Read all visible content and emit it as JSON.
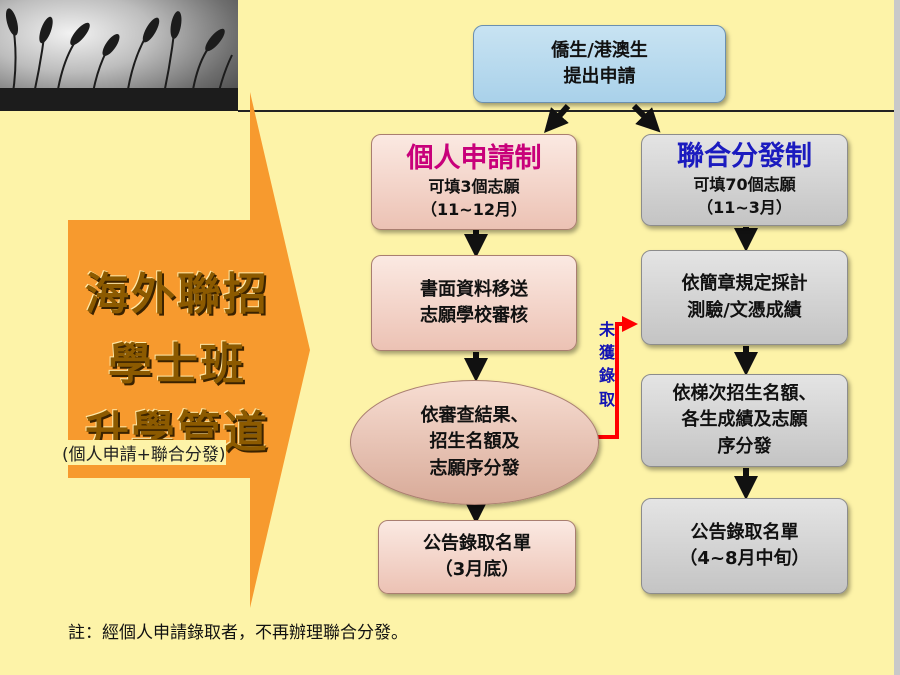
{
  "title": {
    "lines": [
      "海外聯招",
      "學士班",
      "升學管道"
    ],
    "subtitle": "(個人申請+聯合分發)"
  },
  "top_box": {
    "line1": "僑生/港澳生",
    "line2": "提出申請"
  },
  "left_column": {
    "header": "個人申請制",
    "header_note1": "可填3個志願",
    "header_note2": "（11~12月）",
    "step1_line1": "書面資料移送",
    "step1_line2": "志願學校審核",
    "step2_line1": "依審查結果、",
    "step2_line2": "招生名額及",
    "step2_line3": "志願序分發",
    "step3_line1": "公告錄取名單",
    "step3_line2": "（3月底）"
  },
  "right_column": {
    "header": "聯合分發制",
    "header_note1": "可填70個志願",
    "header_note2": "（11~3月）",
    "step1_line1": "依簡章規定採計",
    "step1_line2": "測驗/文憑成績",
    "step2_line1": "依梯次招生名額、",
    "step2_line2": "各生成績及志願",
    "step2_line3": "序分發",
    "step3_line1": "公告錄取名單",
    "step3_line2": "（4~8月中旬）"
  },
  "connector_label": "未獲錄取",
  "note": "註：經個人申請錄取者，不再辦理聯合分發。",
  "colors": {
    "background": "#fdf3a8",
    "big_arrow": "#f79a2e",
    "connector": "#ff0000",
    "pink_heading": "#c8007a",
    "blue_heading": "#1b1bbf"
  }
}
